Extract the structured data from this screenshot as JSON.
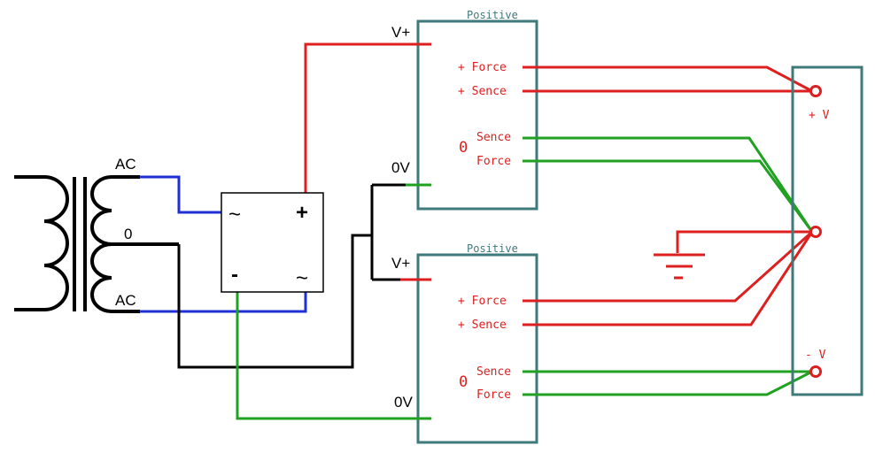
{
  "transformer": {
    "tap_top": "AC",
    "tap_center": "0",
    "tap_bottom": "AC"
  },
  "rectifier": {
    "ac_in_symbol": "~",
    "ac_out_symbol": "~",
    "plus_symbol": "+",
    "minus_symbol": "-"
  },
  "supply_top": {
    "title": "Positive",
    "vplus_label": "V+",
    "zero_v_label": "0V",
    "force_plus": "+ Force",
    "sense_plus": "+ Sence",
    "zero_marker": "0",
    "sense_zero": "Sence",
    "force_zero": "Force"
  },
  "supply_bottom": {
    "title": "Positive",
    "vplus_label": "V+",
    "zero_v_label": "0V",
    "force_plus": "+ Force",
    "sense_plus": "+ Sence",
    "zero_marker": "0",
    "sense_zero": "Sence",
    "force_zero": "Force"
  },
  "output_panel": {
    "pos_label": "+ V",
    "neg_label": "- V"
  },
  "colors": {
    "black": "#000000",
    "red": "#dd1f1f",
    "green": "#21a121",
    "blue": "#1f2fd6",
    "teal": "#3f7a7a"
  }
}
